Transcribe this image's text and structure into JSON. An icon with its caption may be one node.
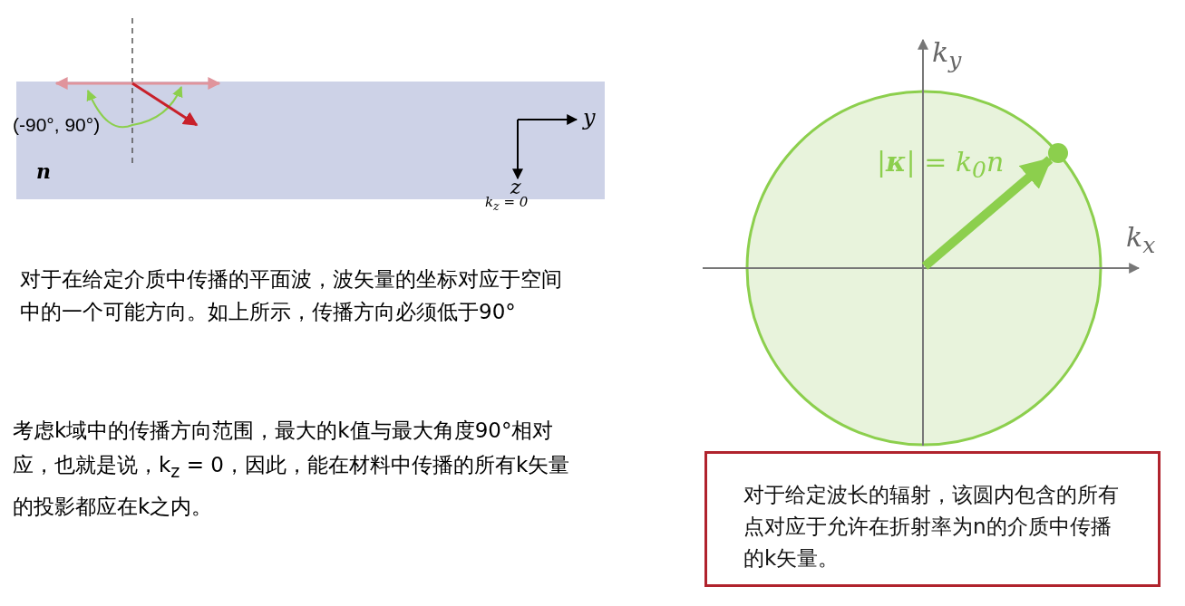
{
  "diagram": {
    "nodes": [
      {
        "text": [
          "n"
        ]
      },
      {
        "text": [
          "|**κ**| = k$_{0}$n"
        ]
      },
      {
        "text": [
          "对于给定波长的辐射，该圆内包含的所有点对应于允许在折射率为n的介质中传播的k矢量。"
        ]
      }
    ],
    "edges": [],
    "labels": [
      "(-90°, 90°)",
      "y",
      "z",
      "k$_{z}$ = 0",
      "对于在给定介质中传播的平面波，波矢量的坐标对应于空间中的一个可能方向。如上所示，传播方向必须低于90°",
      "考虑k域中的传播方向范围，最大的k值与最大角度90°相对应，也就是说，k$_{z}$ = 0，因此，能在材料中传播的所有k矢量的投影都应在k之内。",
      "k$_{y}$",
      "k$_{x}$"
    ]
  }
}
